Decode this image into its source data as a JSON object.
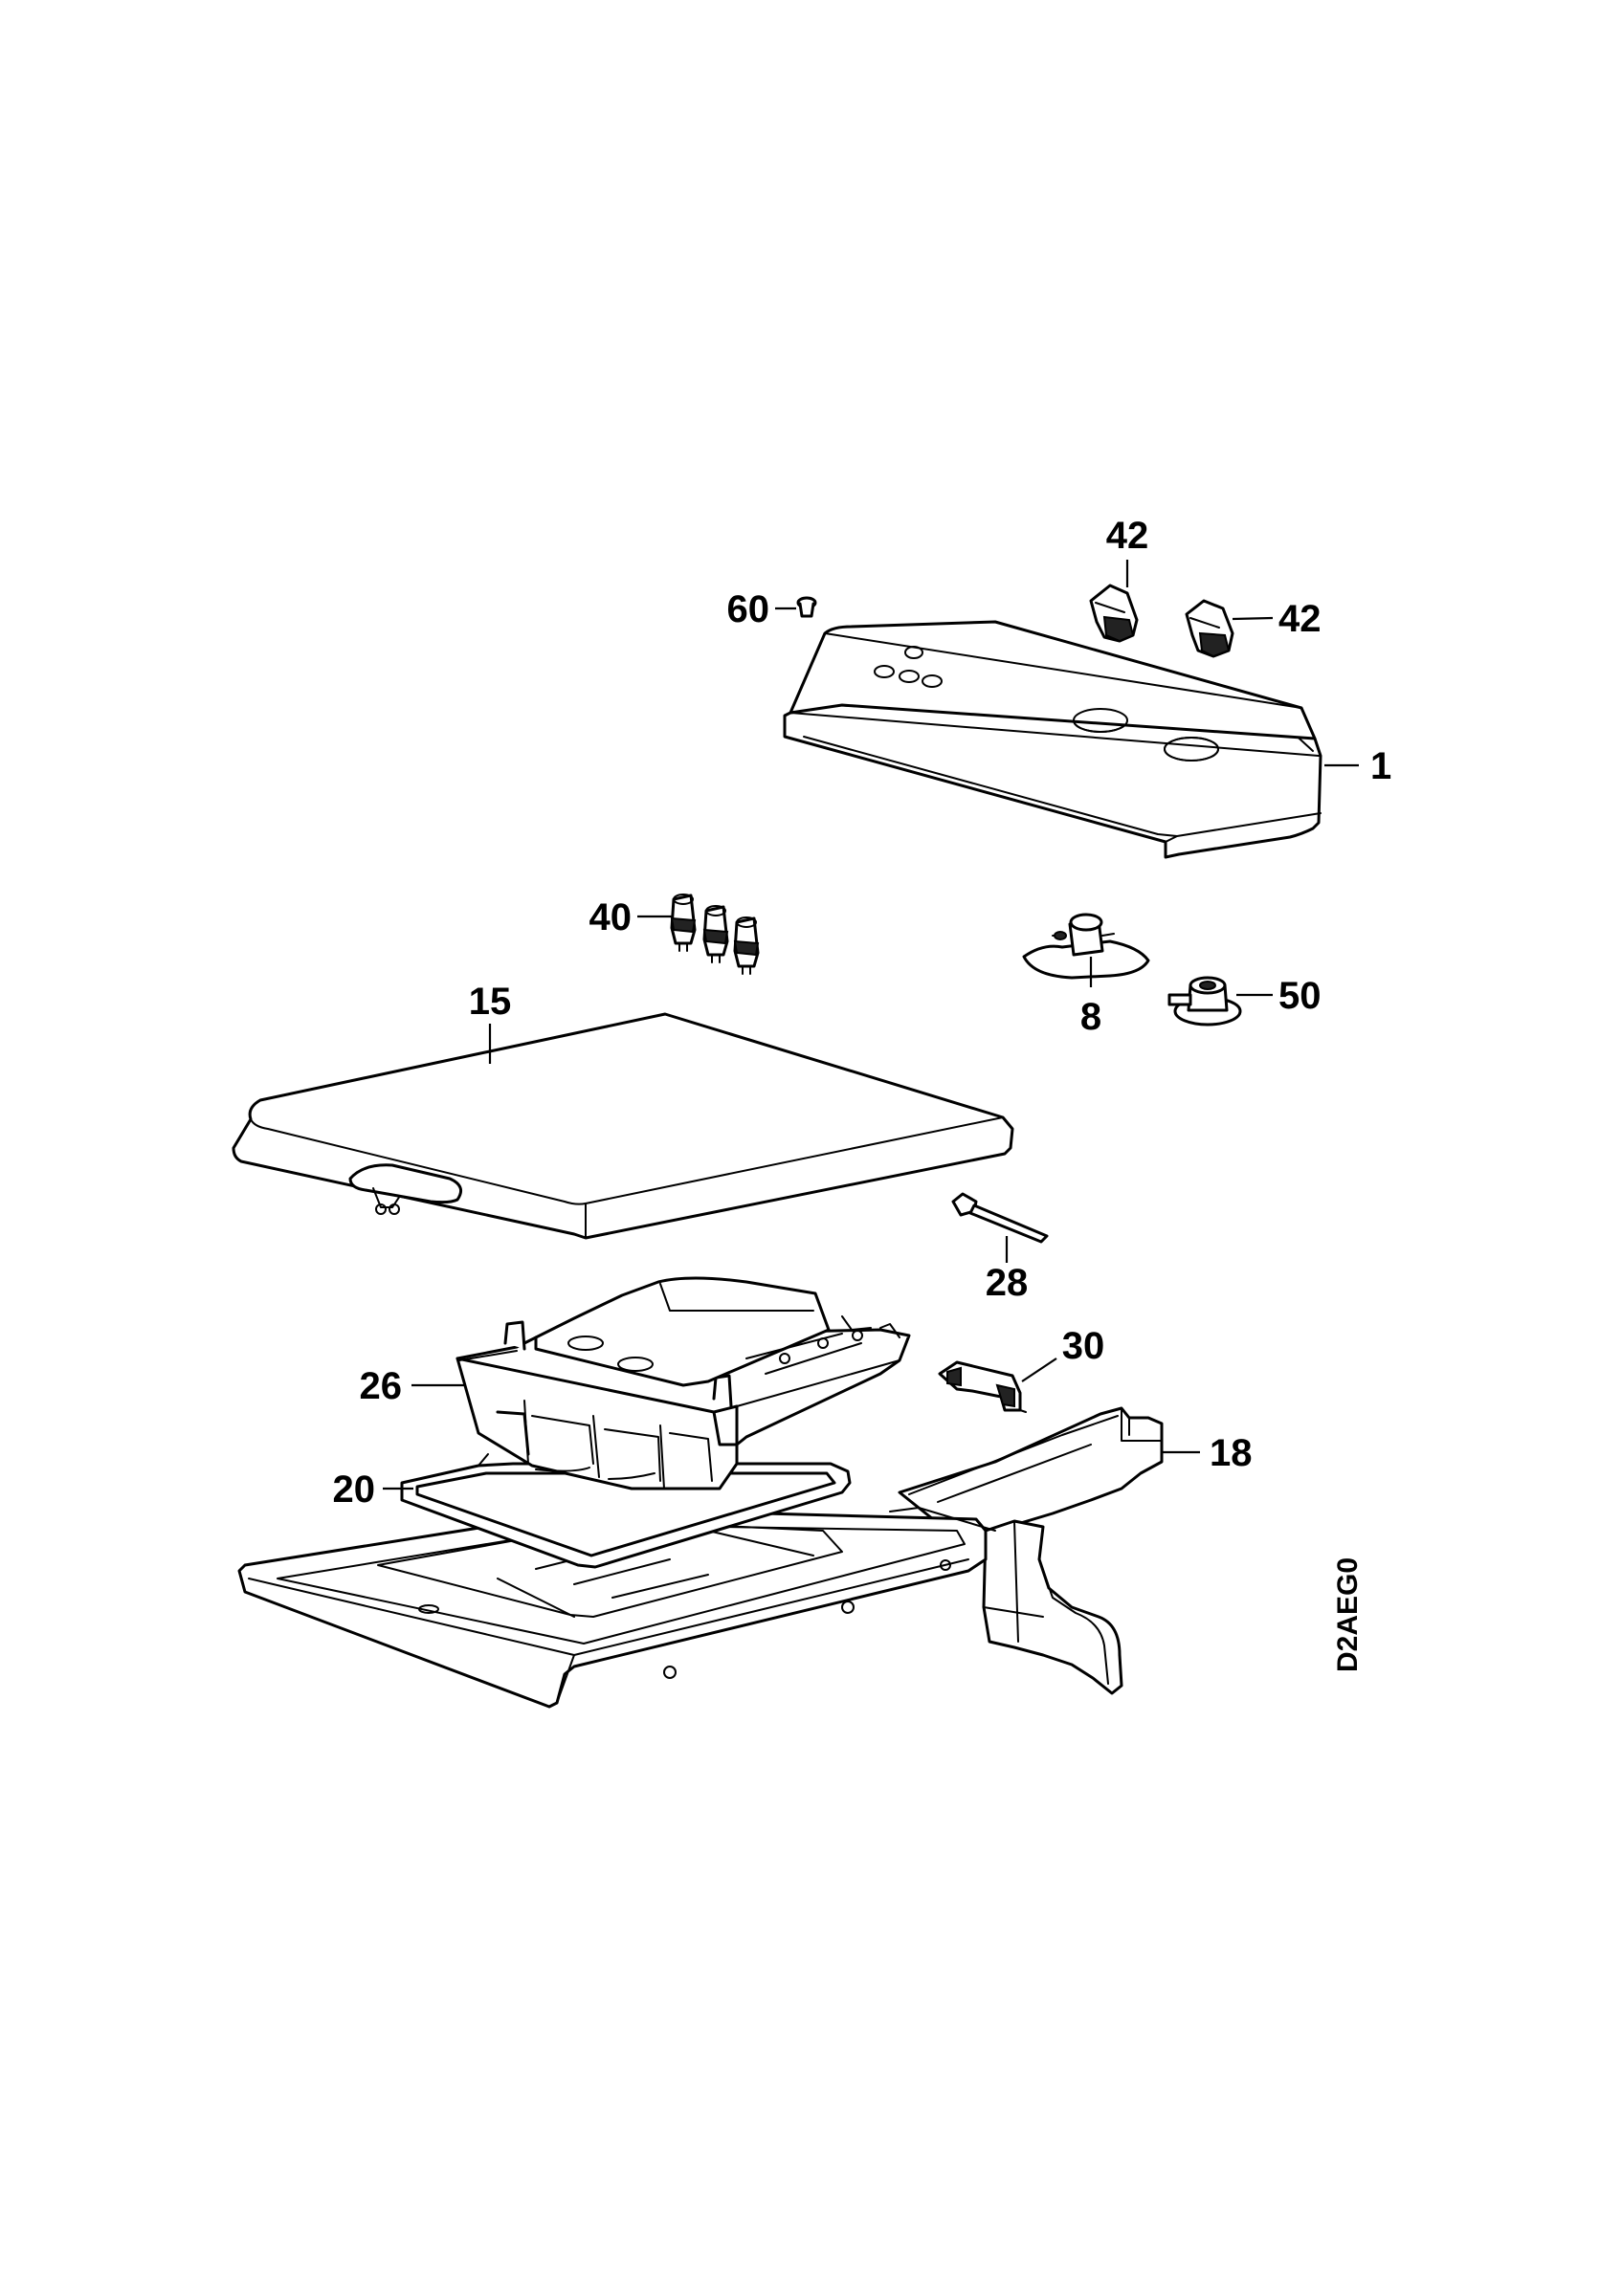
{
  "callouts": {
    "p42a": "42",
    "p42b": "42",
    "p60": "60",
    "p1": "1",
    "p40": "40",
    "p8": "8",
    "p50": "50",
    "p15": "15",
    "p28": "28",
    "p30": "30",
    "p26": "26",
    "p18": "18",
    "p20": "20"
  },
  "drawing_code": "D2AEG0"
}
